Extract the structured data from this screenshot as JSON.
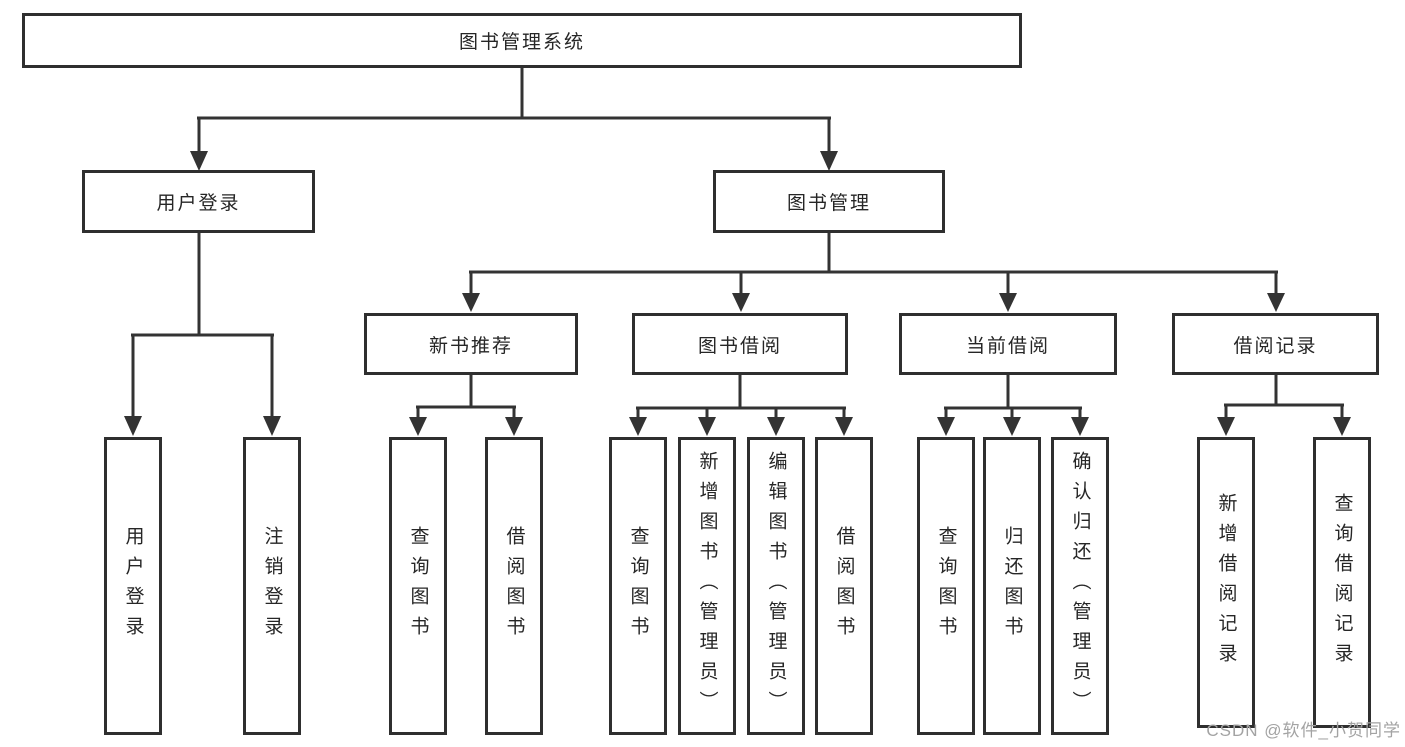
{
  "colors": {
    "line": "#333333",
    "box_border": "#2f2f2f",
    "text": "#262626",
    "watermark": "#a3a3a3",
    "background": "#ffffff"
  },
  "tree": {
    "label": "图书管理系统",
    "children": [
      {
        "label": "用户登录",
        "children": [
          {
            "label": "用户登录"
          },
          {
            "label": "注销登录"
          }
        ]
      },
      {
        "label": "图书管理",
        "children": [
          {
            "label": "新书推荐",
            "children": [
              {
                "label": "查询图书"
              },
              {
                "label": "借阅图书"
              }
            ]
          },
          {
            "label": "图书借阅",
            "children": [
              {
                "label": "查询图书"
              },
              {
                "label": "新增图书（管理员）"
              },
              {
                "label": "编辑图书（管理员）"
              },
              {
                "label": "借阅图书"
              }
            ]
          },
          {
            "label": "当前借阅",
            "children": [
              {
                "label": "查询图书"
              },
              {
                "label": "归还图书"
              },
              {
                "label": "确认归还（管理员）"
              }
            ]
          },
          {
            "label": "借阅记录",
            "children": [
              {
                "label": "新增借阅记录"
              },
              {
                "label": "查询借阅记录"
              }
            ]
          }
        ]
      }
    ]
  },
  "watermark": {
    "text": "CSDN @软件_小贺同学"
  }
}
